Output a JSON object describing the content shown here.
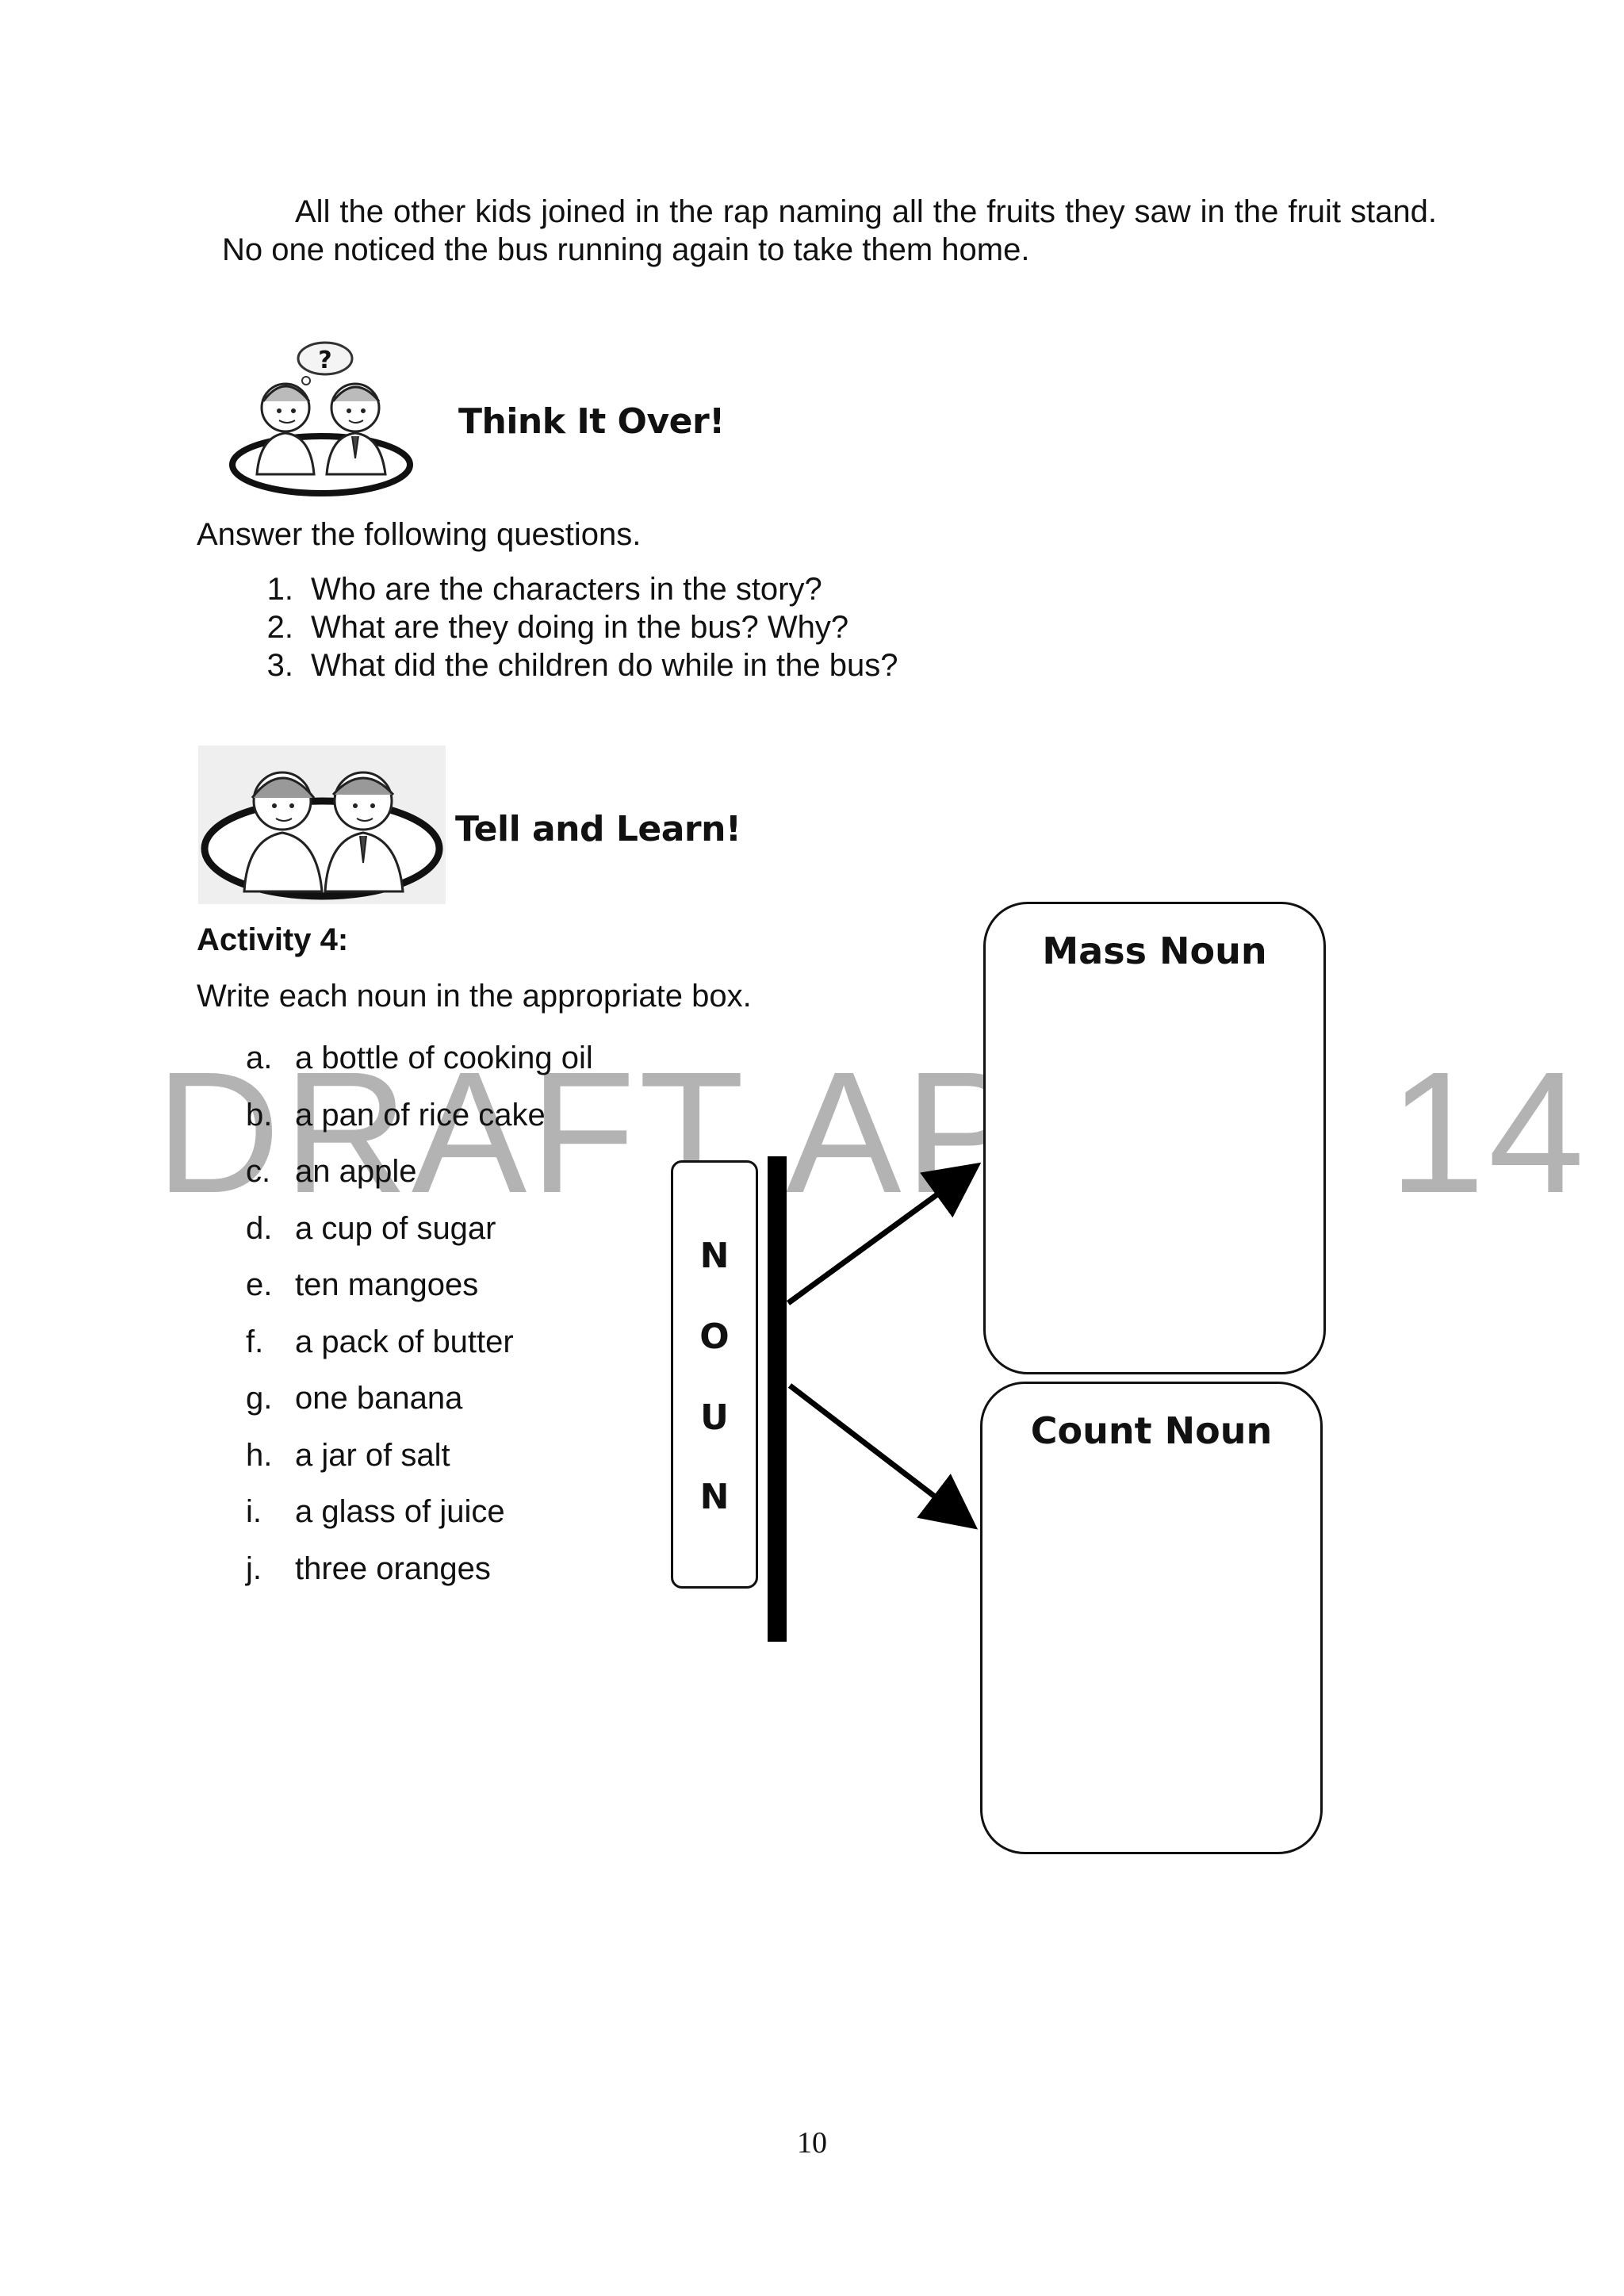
{
  "story": {
    "paragraph": "All the other kids joined in the rap naming all the fruits they saw in the fruit stand. No one noticed the bus running again to take them home."
  },
  "think_it_over": {
    "title": "Think It Over!",
    "icon": "thinking-kids-icon",
    "instruction": "Answer the following questions.",
    "questions": [
      {
        "num": "1.",
        "text": "Who are the characters in the story?"
      },
      {
        "num": "2.",
        "text": "What are they doing in the bus? Why?"
      },
      {
        "num": "3.",
        "text": "What did the children do while in the bus?"
      }
    ]
  },
  "tell_and_learn": {
    "title": "Tell and Learn!",
    "icon": "talking-kids-icon"
  },
  "activity": {
    "label": "Activity 4:",
    "instruction": "Write each noun in the appropriate box.",
    "items": [
      {
        "letter": "a.",
        "text": "a bottle of cooking oil"
      },
      {
        "letter": "b.",
        "text": "a pan of rice cake"
      },
      {
        "letter": "c.",
        "text": "an apple"
      },
      {
        "letter": "d.",
        "text": "a cup of sugar"
      },
      {
        "letter": "e.",
        "text": "ten mangoes"
      },
      {
        "letter": "f.",
        "text": "a pack of butter"
      },
      {
        "letter": "g.",
        "text": "one banana"
      },
      {
        "letter": "h.",
        "text": "a jar of salt"
      },
      {
        "letter": "i.",
        "text": "a glass of juice"
      },
      {
        "letter": "j.",
        "text": "three oranges"
      }
    ]
  },
  "diagram": {
    "noun_letters": [
      "N",
      "O",
      "U",
      "N"
    ],
    "mass_noun_label": "Mass Noun",
    "count_noun_label": "Count Noun"
  },
  "watermark": {
    "text": "DRAFT APR",
    "tail": "14"
  },
  "page_number": "10"
}
